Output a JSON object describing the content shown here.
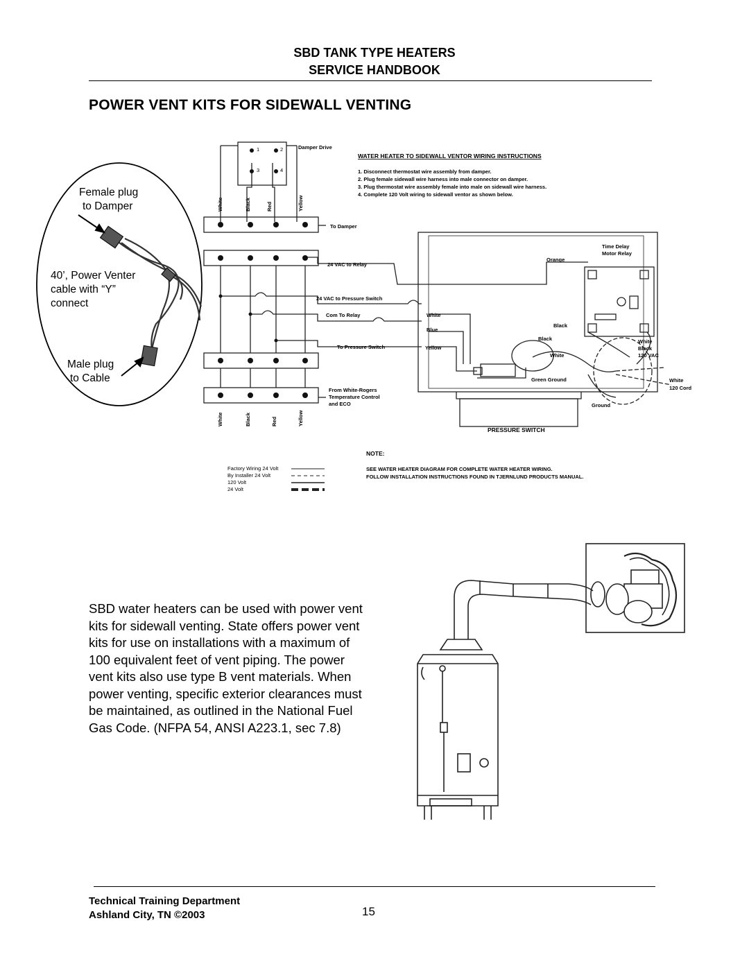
{
  "header": {
    "line1": "SBD TANK TYPE HEATERS",
    "line2": "SERVICE HANDBOOK"
  },
  "page_title": "POWER VENT KITS FOR SIDEWALL VENTING",
  "callout": {
    "female_plug_1": "Female plug",
    "female_plug_2": "to Damper",
    "cable_1": "40’, Power Venter",
    "cable_2": "cable with “Y”",
    "cable_3": "connect",
    "male_plug_1": "Male plug",
    "male_plug_2": "to Cable"
  },
  "diagram": {
    "damper_drive": "Damper Drive",
    "instructions_title": "WATER HEATER TO SIDEWALL VENTOR WIRING INSTRUCTIONS",
    "steps": [
      "1.  Disconnect thermostat wire assembly from damper.",
      "2.  Plug female sidewall wire harness into male connector on damper.",
      "3.  Plug thermostat wire assembly female into male on sidewall wire harness.",
      "4.  Complete 120 Volt wiring to sidewall ventor as shown below."
    ],
    "wire_colors": [
      "White",
      "Black",
      "Red",
      "Yellow"
    ],
    "to_damper": "To Damper",
    "vac_relay": "24 VAC to Relay",
    "vac_pressure": "24 VAC to Pressure Switch",
    "com_relay": "Com To Relay",
    "to_pressure": "To Pressure Switch",
    "from_wr_1": "From White-Rogers",
    "from_wr_2": "Temperature Control",
    "from_wr_3": "and ECO",
    "time_delay_1": "Time Delay",
    "time_delay_2": "Motor Relay",
    "orange": "Orange",
    "white": "White",
    "blue": "Blue",
    "yellow": "Yellow",
    "black": "Black",
    "black2": "Black",
    "white2": "White",
    "white_black_1": "White",
    "white_black_2": "Black",
    "vac120": "120 VAC",
    "green_ground": "Green Ground",
    "ground": "Ground",
    "white_cord_1": "White",
    "white_cord_2": "120 Cord",
    "pressure_switch": "PRESSURE SWITCH",
    "note": "NOTE:",
    "note_1": "SEE WATER HEATER DIAGRAM FOR COMPLETE WATER HEATER WIRING.",
    "note_2": "FOLLOW INSTALLATION INSTRUCTIONS FOUND IN TJERNLUND PRODUCTS MANUAL.",
    "legend": [
      "Factory Wiring 24 Volt",
      "By Installer 24 Volt",
      "120 Volt",
      "24 Volt"
    ],
    "terminals": [
      "1",
      "2",
      "3",
      "4"
    ]
  },
  "body_text": [
    "SBD water heaters can be used with power vent",
    "kits for sidewall venting.  State offers power vent",
    "kits for use on installations with a maximum of",
    "100 equivalent feet of vent piping.  The power",
    "vent kits also use type B vent materials.  When",
    "power venting, specific exterior clearances must",
    "be maintained, as outlined in the National Fuel",
    "Gas Code.  (NFPA 54, ANSI A223.1, sec 7.8)"
  ],
  "footer": {
    "dept": "Technical Training Department",
    "location": "Ashland City, TN  ©2003",
    "page_number": "15"
  }
}
